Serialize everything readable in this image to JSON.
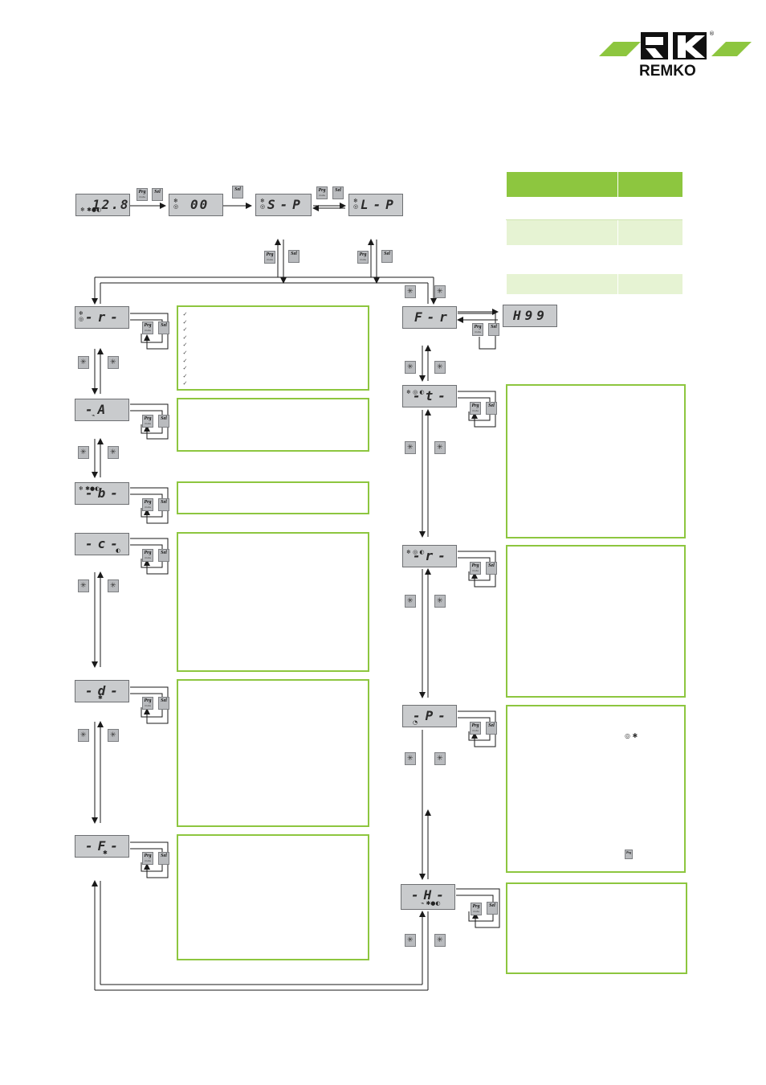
{
  "brand": {
    "logo_text": "REMKO",
    "registered_mark": "®",
    "logo_color": "#8dc63f",
    "logo_ink": "#111111"
  },
  "colors": {
    "accent_green": "#8dc63f",
    "light_green": "#e6f3d3",
    "lcd_grey": "#c9cbcd",
    "line": "#1a1a1a"
  },
  "buttons": {
    "prg": "Prg",
    "sel": "Sel",
    "mute": "mute",
    "up_icon": "asterisk-up-arrow-icon",
    "down_icon": "asterisk-down-arrow-icon"
  },
  "top_row": [
    {
      "id": "temp",
      "text": "12.8",
      "indicators": "❄  ✱●◐"
    },
    {
      "id": "code",
      "text": "00",
      "indicators": "❄ ◎"
    },
    {
      "id": "s-p",
      "text": "S-P",
      "indicators": "❄ ◎"
    },
    {
      "id": "l-p",
      "text": "L-P",
      "indicators": "❄ ◎"
    }
  ],
  "left_menus": [
    {
      "id": "r",
      "text": "-r-",
      "indicators": "❄ ◎"
    },
    {
      "id": "a",
      "text": "-A",
      "indicators": "⌁"
    },
    {
      "id": "b",
      "text": "-b-",
      "indicators": "❄ ✱●◐"
    },
    {
      "id": "c",
      "text": "-c-",
      "indicators": "◐"
    },
    {
      "id": "d",
      "text": "-d-",
      "indicators": "✱"
    },
    {
      "id": "f",
      "text": "-F-",
      "indicators": "✱"
    }
  ],
  "right_menus": [
    {
      "id": "fr",
      "text": "F-r",
      "indicators": ""
    },
    {
      "id": "t",
      "text": "-t-",
      "indicators": "❄ ◎ ◐"
    },
    {
      "id": "r2",
      "text": "-r-",
      "indicators": "❄ ◎ ◐"
    },
    {
      "id": "p",
      "text": "-P-",
      "indicators": "◔"
    },
    {
      "id": "h",
      "text": "-H-",
      "indicators": "⌁ ✱●◐"
    }
  ],
  "fr_value": "H99",
  "p_box": {
    "icons": "◎ ✱",
    "prg": "Prg"
  },
  "r_box_ticks": "✓\n✓\n✓\n✓\n✓\n✓\n✓\n✓\n✓\n✓"
}
